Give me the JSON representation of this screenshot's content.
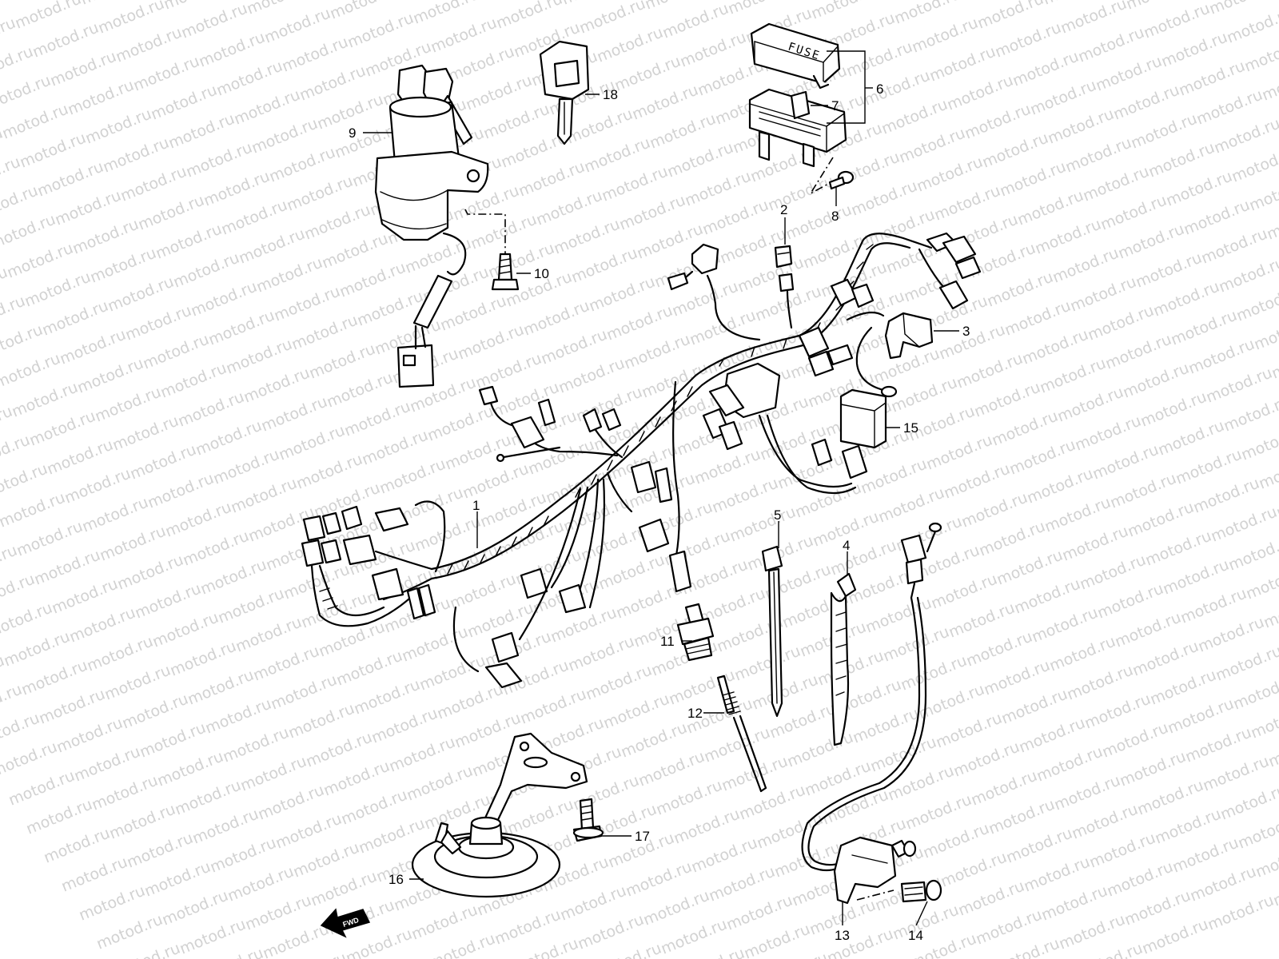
{
  "watermark": {
    "text": "motod.ru"
  },
  "fuse_box": {
    "lid_text": "FUSE"
  },
  "direction_arrow": {
    "label": "FWD"
  },
  "callouts": [
    {
      "id": "c1",
      "text": "1"
    },
    {
      "id": "c2",
      "text": "2"
    },
    {
      "id": "c3",
      "text": "3"
    },
    {
      "id": "c4",
      "text": "4"
    },
    {
      "id": "c5",
      "text": "5"
    },
    {
      "id": "c6",
      "text": "6"
    },
    {
      "id": "c7",
      "text": "7"
    },
    {
      "id": "c8",
      "text": "8"
    },
    {
      "id": "c9",
      "text": "9"
    },
    {
      "id": "c10",
      "text": "10"
    },
    {
      "id": "c11",
      "text": "11"
    },
    {
      "id": "c12",
      "text": "12"
    },
    {
      "id": "c13",
      "text": "13"
    },
    {
      "id": "c14",
      "text": "14"
    },
    {
      "id": "c15",
      "text": "15"
    },
    {
      "id": "c16",
      "text": "16"
    },
    {
      "id": "c17",
      "text": "17"
    },
    {
      "id": "c18",
      "text": "18"
    }
  ]
}
